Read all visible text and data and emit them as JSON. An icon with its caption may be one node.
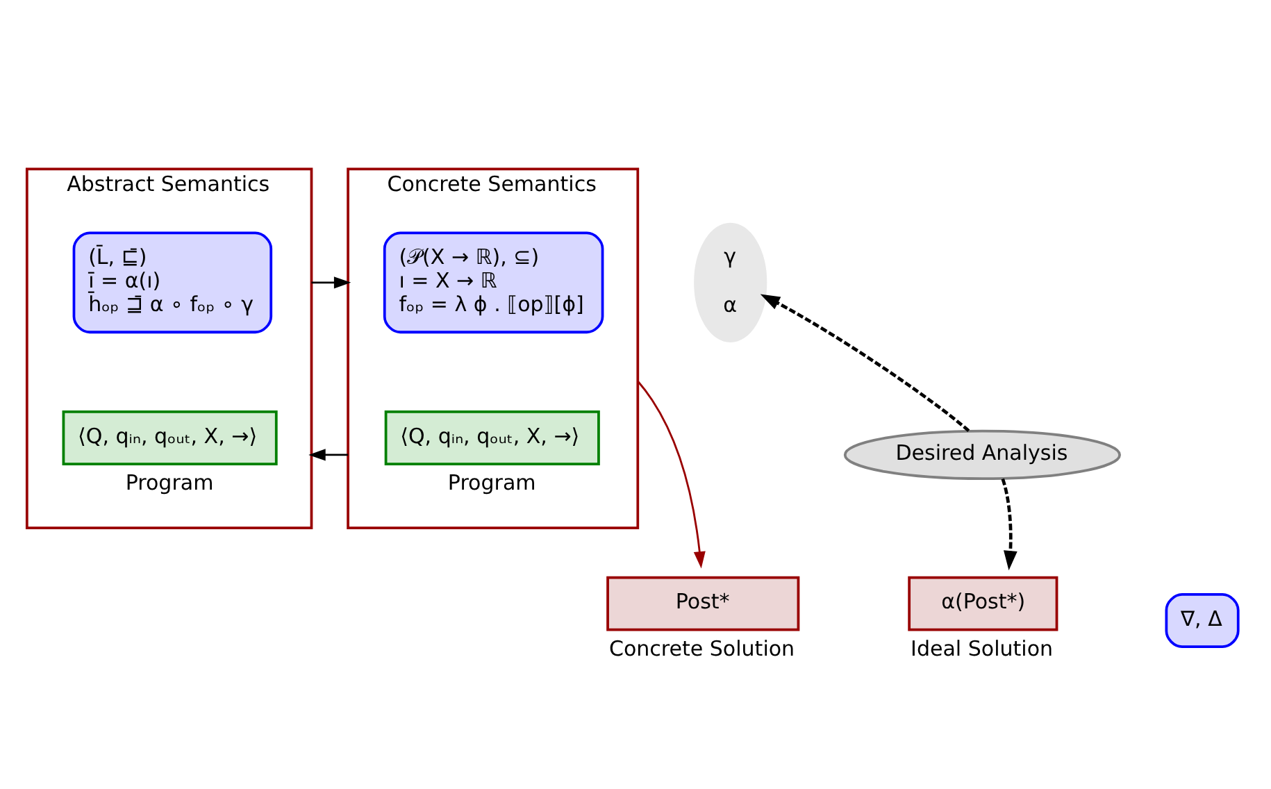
{
  "diagram": {
    "nodes": [
      {
        "text": [
          "Concrete Semantics"
        ]
      },
      {
        "text": [
          "(𝒫(X → ℝ), ⊆)",
          "ı = X → ℝ",
          "fₒₚ = λ ϕ . ⟦op⟧[ϕ]"
        ],
        "in": 0
      },
      {
        "text": [
          "⟨Q, qᵢₙ, qₒᵤₜ, X, →⟩"
        ],
        "in": 0,
        "beside": [
          "Program"
        ]
      },
      {
        "text": [
          "Abstract Semantics"
        ]
      },
      {
        "text": [
          "(L̄, ⊑̄)",
          "ı̄ = α(ı)",
          "h̄ₒₚ ⊒̄ α ∘ fₒₚ ∘ γ"
        ],
        "in": 3
      },
      {
        "text": [
          "⟨Q, qᵢₙ, qₒᵤₜ, X, →⟩"
        ],
        "in": 3,
        "beside": [
          "Program"
        ]
      },
      {
        "text": [
          "γ",
          "α"
        ]
      },
      {
        "text": [
          "Desired Analysis"
        ]
      },
      {
        "text": [
          "∇, Δ"
        ]
      },
      {
        "text": [
          "Post*"
        ],
        "beside": [
          "Concrete Solution"
        ]
      },
      {
        "text": [
          "α(Post*)"
        ],
        "beside": [
          "Ideal Solution"
        ]
      }
    ],
    "edges": [
      {
        "from": 3,
        "to": 0,
        "arrow": "to"
      },
      {
        "from": 0,
        "to": 3,
        "arrow": "to"
      },
      {
        "from": 7,
        "to": 6,
        "arrow": "to",
        "style": "dashed"
      },
      {
        "from": 7,
        "to": 10,
        "arrow": "to",
        "style": "dashed"
      },
      {
        "from": 0,
        "to": 9,
        "arrow": "to",
        "color": "#990000"
      }
    ]
  }
}
